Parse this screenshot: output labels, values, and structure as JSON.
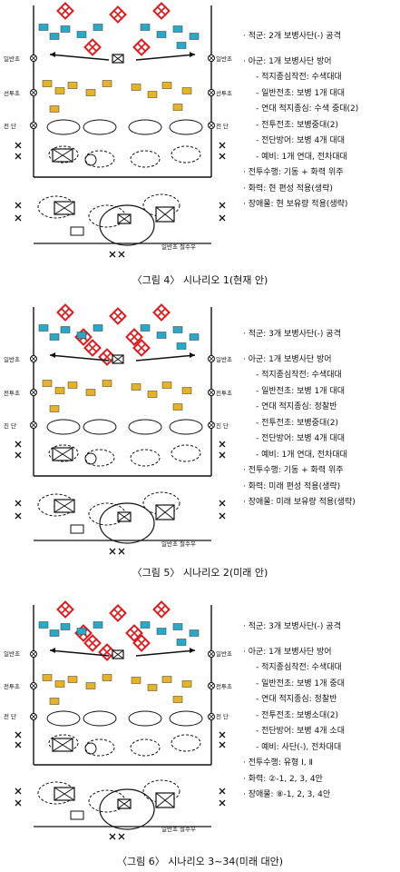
{
  "figures": [
    {
      "caption": "〈그림 4〉 시나리오 1(현재 안)",
      "map_labels": {
        "general": "일반초",
        "screen": "선투초",
        "front": "전 단",
        "bottom": "일반초 철수우"
      },
      "notes": [
        {
          "text": "· 적군: 2개 보병사단(-) 공격",
          "sub": false,
          "gap": false
        },
        {
          "text": "· 아군: 1개 보병사단 방어",
          "sub": false,
          "gap": true
        },
        {
          "text": "- 적지종심작전: 수색대대",
          "sub": true,
          "gap": false
        },
        {
          "text": "- 일반전초: 보병 1개 대대",
          "sub": true,
          "gap": false
        },
        {
          "text": "- 연대 적지종심: 수색 중대(2)",
          "sub": true,
          "gap": false
        },
        {
          "text": "- 전투전초: 보병중대(2)",
          "sub": true,
          "gap": false
        },
        {
          "text": "- 전단방어: 보병 4개 대대",
          "sub": true,
          "gap": false
        },
        {
          "text": "- 예비: 1개 연대, 전차대대",
          "sub": true,
          "gap": false
        },
        {
          "text": "· 전투수행: 기동 + 화력 위주",
          "sub": false,
          "gap": false
        },
        {
          "text": "· 화력: 현 편성 적용(생략)",
          "sub": false,
          "gap": false
        },
        {
          "text": "· 장애물: 현 보유량 적용(생략)",
          "sub": false,
          "gap": false
        }
      ]
    },
    {
      "caption": "〈그림 5〉 시나리오 2(미래 안)",
      "map_labels": {
        "general": "일반초",
        "screen": "전투초",
        "front": "진 단",
        "bottom": "일반초 철수우"
      },
      "notes": [
        {
          "text": "· 적군: 3개 보병사단(-) 공격",
          "sub": false,
          "gap": false
        },
        {
          "text": "· 아군: 1개 보병사단 방어",
          "sub": false,
          "gap": true
        },
        {
          "text": "- 적지종심작전: 수색대대",
          "sub": true,
          "gap": false
        },
        {
          "text": "- 일반전초: 보병 1개 대대",
          "sub": true,
          "gap": false
        },
        {
          "text": "- 연대 적지종심: 정찰반",
          "sub": true,
          "gap": false
        },
        {
          "text": "- 전투전초: 보병중대(2)",
          "sub": true,
          "gap": false
        },
        {
          "text": "- 전단방어: 보병 4개 대대",
          "sub": true,
          "gap": false
        },
        {
          "text": "- 예비: 1개 연대, 전차대대",
          "sub": true,
          "gap": false
        },
        {
          "text": "· 전투수행: 기동 + 화력 위주",
          "sub": false,
          "gap": false
        },
        {
          "text": "· 화력: 미래 편성 적용(생략)",
          "sub": false,
          "gap": false
        },
        {
          "text": "· 장애물: 미래 보유량 적용(생략)",
          "sub": false,
          "gap": false
        }
      ]
    },
    {
      "caption": "〈그림 6〉 시나리오 3~34(미래 대안)",
      "map_labels": {
        "general": "일반초",
        "screen": "전투초",
        "front": "전 단",
        "bottom": "일반초 철수우"
      },
      "notes": [
        {
          "text": "· 적군: 3개 보병사단(-) 공격",
          "sub": false,
          "gap": false
        },
        {
          "text": "· 아군: 1개 보병사단 방어",
          "sub": false,
          "gap": true
        },
        {
          "text": "- 적지종심작전: 수색대대",
          "sub": true,
          "gap": false
        },
        {
          "text": "- 일반전초: 보병 1개 중대",
          "sub": true,
          "gap": false
        },
        {
          "text": "- 연대 적지종심: 정찰반",
          "sub": true,
          "gap": false
        },
        {
          "text": "- 전투전초: 보병소대(2)",
          "sub": true,
          "gap": false
        },
        {
          "text": "- 전단방어: 보병 4개 소대",
          "sub": true,
          "gap": false
        },
        {
          "text": "- 예비: 사단(-), 전차대대",
          "sub": true,
          "gap": false
        },
        {
          "text": "· 전투수행: 유형 Ⅰ, Ⅱ",
          "sub": false,
          "gap": false
        },
        {
          "text": "· 화력: ②-1, 2, 3, 4안",
          "sub": false,
          "gap": false
        },
        {
          "text": "· 장애물: ⑧-1, 2, 3, 4안",
          "sub": false,
          "gap": false
        }
      ]
    }
  ],
  "colors": {
    "enemy": "#e0191b",
    "friendly": "#111111",
    "unit_cyan": "#27a9c9",
    "unit_yellow": "#e8b321"
  }
}
